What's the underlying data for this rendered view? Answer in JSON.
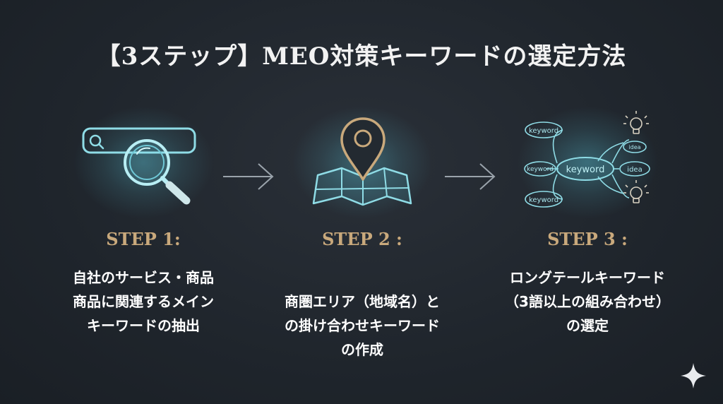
{
  "title": "【3ステップ】MEO対策キーワードの選定方法",
  "steps": [
    {
      "label": "STEP 1:",
      "lines": [
        "自社のサービス・商品",
        "商品に関連するメイン",
        "キーワードの抽出"
      ],
      "icon": "search-bar-magnifier-icon"
    },
    {
      "label": "STEP 2 :",
      "lines": [
        "商圏エリア（地域名）と",
        "の掛け合わせキーワード",
        "の作成"
      ],
      "icon": "map-pin-icon"
    },
    {
      "label": "STEP 3 :",
      "lines": [
        "ロングテールキーワード",
        "（3語以上の組み合わせ）",
        "の選定"
      ],
      "icon": "keyword-mindmap-icon"
    }
  ],
  "mindmap": {
    "center": "keyword",
    "branches": [
      "keyword",
      "keyword",
      "keyword",
      "idea",
      "idea"
    ]
  },
  "colors": {
    "background": "#1f252c",
    "accent_gold": "#c9a97c",
    "icon_cyan": "#7fd6e0",
    "text": "#ffffff"
  }
}
